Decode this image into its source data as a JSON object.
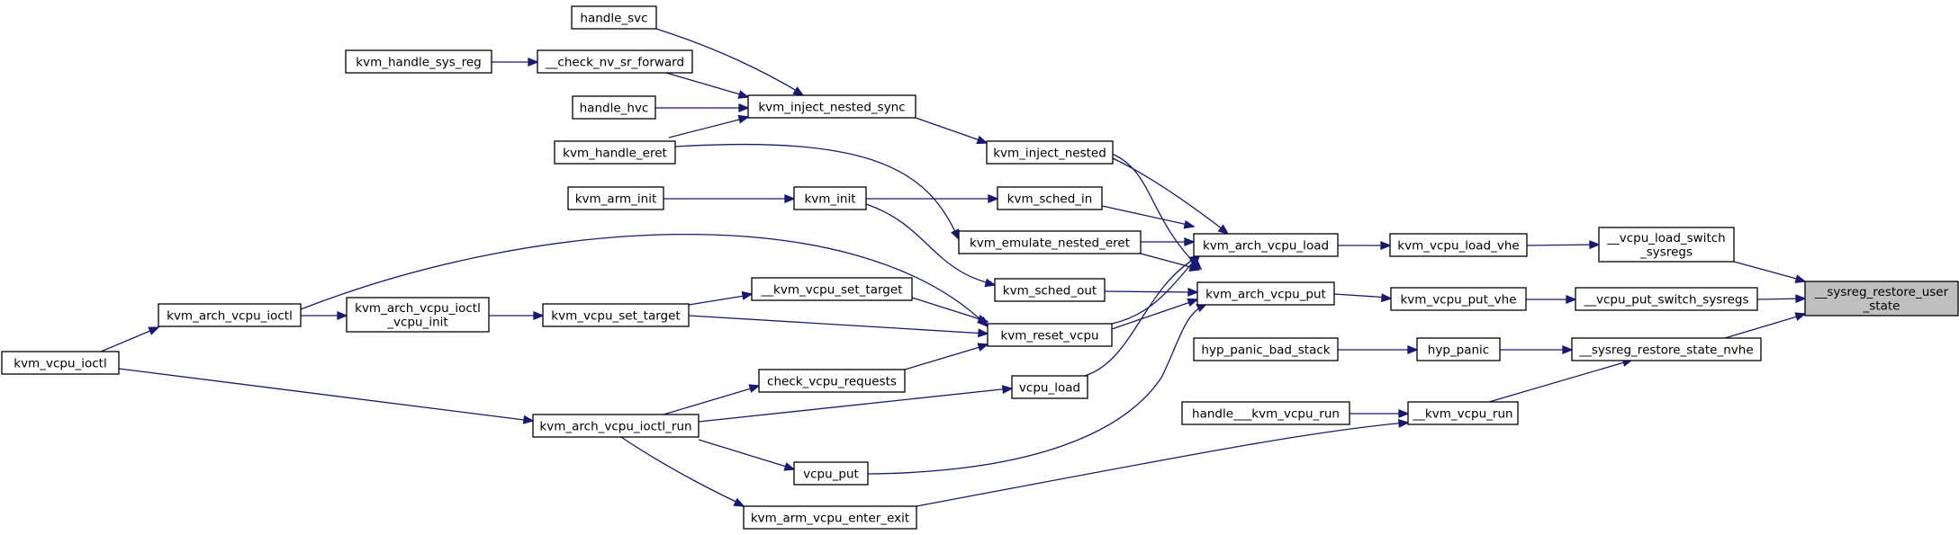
{
  "graph": {
    "colors": {
      "edge": "#191970",
      "node_fill": "#ffffff",
      "focus_fill": "#bfbfbf",
      "border": "#000000"
    },
    "nodes": [
      {
        "id": "n_focus",
        "lines": [
          "__sysreg_restore_user",
          "_state"
        ],
        "focus": true
      },
      {
        "id": "n_load_switch",
        "lines": [
          "__vcpu_load_switch",
          "_sysregs"
        ]
      },
      {
        "id": "n_put_switch",
        "lines": [
          "__vcpu_put_switch_sysregs"
        ]
      },
      {
        "id": "n_restore_nvhe",
        "lines": [
          "__sysreg_restore_state_nvhe"
        ]
      },
      {
        "id": "n_load_vhe",
        "lines": [
          "kvm_vcpu_load_vhe"
        ]
      },
      {
        "id": "n_put_vhe",
        "lines": [
          "kvm_vcpu_put_vhe"
        ]
      },
      {
        "id": "n_hyp_panic",
        "lines": [
          "hyp_panic"
        ]
      },
      {
        "id": "n_kvm_vcpu_run",
        "lines": [
          "__kvm_vcpu_run"
        ]
      },
      {
        "id": "n_arch_load",
        "lines": [
          "kvm_arch_vcpu_load"
        ]
      },
      {
        "id": "n_arch_put",
        "lines": [
          "kvm_arch_vcpu_put"
        ]
      },
      {
        "id": "n_hyp_bad_stack",
        "lines": [
          "hyp_panic_bad_stack"
        ]
      },
      {
        "id": "n_handle_run",
        "lines": [
          "handle___kvm_vcpu_run"
        ]
      },
      {
        "id": "n_inject_nested",
        "lines": [
          "kvm_inject_nested"
        ]
      },
      {
        "id": "n_sched_in",
        "lines": [
          "kvm_sched_in"
        ]
      },
      {
        "id": "n_emulate_eret",
        "lines": [
          "kvm_emulate_nested_eret"
        ]
      },
      {
        "id": "n_sched_out",
        "lines": [
          "kvm_sched_out"
        ]
      },
      {
        "id": "n_reset_vcpu",
        "lines": [
          "kvm_reset_vcpu"
        ]
      },
      {
        "id": "n_vcpu_load",
        "lines": [
          "vcpu_load"
        ]
      },
      {
        "id": "n_vcpu_put",
        "lines": [
          "vcpu_put"
        ]
      },
      {
        "id": "n_inject_sync",
        "lines": [
          "kvm_inject_nested_sync"
        ]
      },
      {
        "id": "n_kvm_init",
        "lines": [
          "kvm_init"
        ]
      },
      {
        "id": "n_set_target_ul",
        "lines": [
          "__kvm_vcpu_set_target"
        ]
      },
      {
        "id": "n_set_target",
        "lines": [
          "kvm_vcpu_set_target"
        ]
      },
      {
        "id": "n_check_req",
        "lines": [
          "check_vcpu_requests"
        ]
      },
      {
        "id": "n_ioctl_run",
        "lines": [
          "kvm_arch_vcpu_ioctl_run"
        ]
      },
      {
        "id": "n_enter_exit",
        "lines": [
          "kvm_arm_vcpu_enter_exit"
        ]
      },
      {
        "id": "n_handle_svc",
        "lines": [
          "handle_svc"
        ]
      },
      {
        "id": "n_check_nv",
        "lines": [
          "__check_nv_sr_forward"
        ]
      },
      {
        "id": "n_handle_hvc",
        "lines": [
          "handle_hvc"
        ]
      },
      {
        "id": "n_handle_eret",
        "lines": [
          "kvm_handle_eret"
        ]
      },
      {
        "id": "n_arm_init",
        "lines": [
          "kvm_arm_init"
        ]
      },
      {
        "id": "n_ioctl_init",
        "lines": [
          "kvm_arch_vcpu_ioctl",
          "_vcpu_init"
        ]
      },
      {
        "id": "n_arch_ioctl",
        "lines": [
          "kvm_arch_vcpu_ioctl"
        ]
      },
      {
        "id": "n_sys_reg",
        "lines": [
          "kvm_handle_sys_reg"
        ]
      },
      {
        "id": "n_vcpu_ioctl",
        "lines": [
          "kvm_vcpu_ioctl"
        ]
      }
    ]
  }
}
